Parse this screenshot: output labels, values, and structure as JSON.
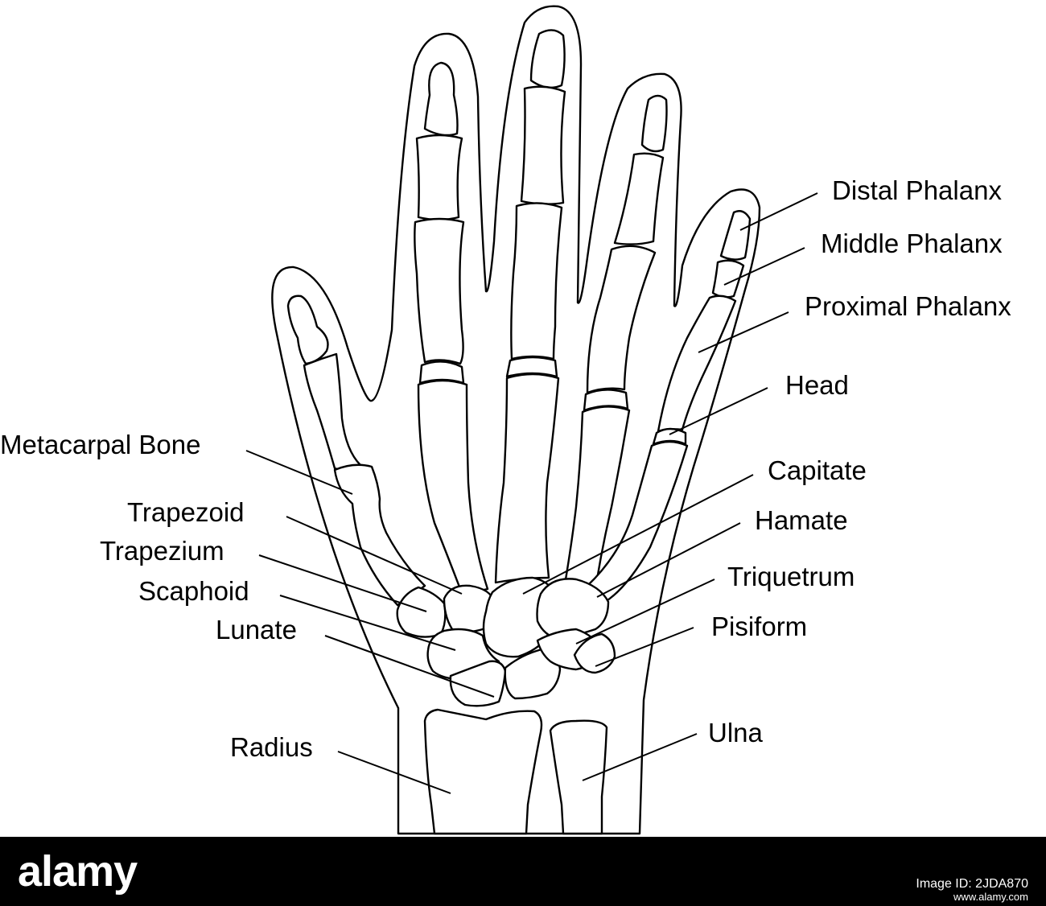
{
  "labels": {
    "distal_phalanx": "Distal Phalanx",
    "middle_phalanx": "Middle Phalanx",
    "proximal_phalanx": "Proximal Phalanx",
    "head": "Head",
    "metacarpal_bone": "Metacarpal Bone",
    "capitate": "Capitate",
    "trapezoid": "Trapezoid",
    "hamate": "Hamate",
    "trapezium": "Trapezium",
    "triquetrum": "Triquetrum",
    "scaphoid": "Scaphoid",
    "lunate": "Lunate",
    "pisiform": "Pisiform",
    "radius": "Radius",
    "ulna": "Ulna"
  },
  "footer": {
    "logo": "alamy",
    "image_id": "Image ID: 2JDA870",
    "url": "www.alamy.com"
  }
}
